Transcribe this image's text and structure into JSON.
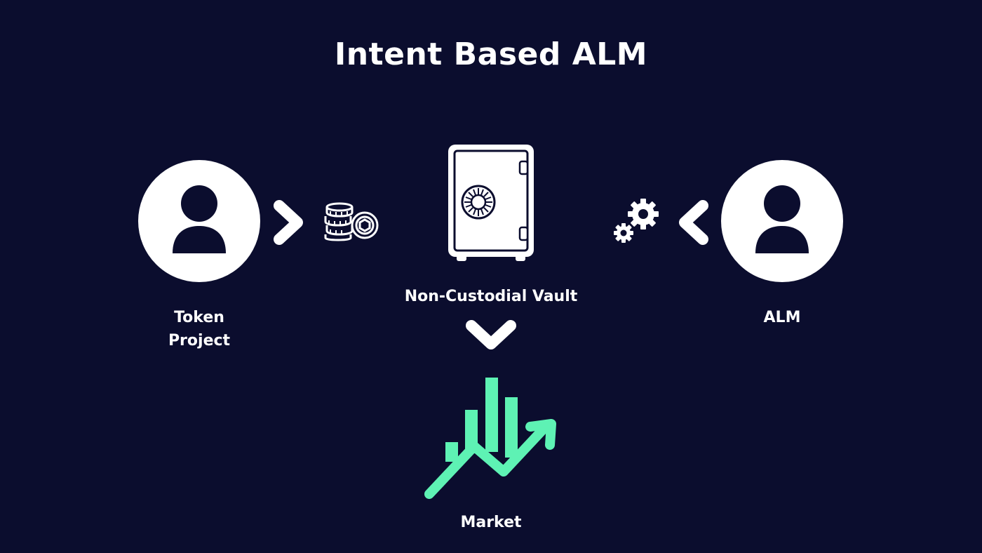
{
  "title": "Intent Based ALM",
  "nodes": {
    "token_project": {
      "label_line1": "Token",
      "label_line2": "Project",
      "icon": "person-icon"
    },
    "vault": {
      "label": "Non-Custodial Vault",
      "icon": "safe-icon"
    },
    "alm": {
      "label": "ALM",
      "icon": "person-icon"
    },
    "market": {
      "label": "Market",
      "icon": "growth-chart-icon"
    }
  },
  "connectors": {
    "left_arrow": "chevron-right-icon",
    "coins": "coins-stack-icon",
    "gears": "gears-icon",
    "right_arrow": "chevron-left-icon",
    "down_arrow": "chevron-down-icon"
  },
  "colors": {
    "background": "#0b0d2e",
    "foreground": "#ffffff",
    "accent": "#5ef2b4"
  }
}
